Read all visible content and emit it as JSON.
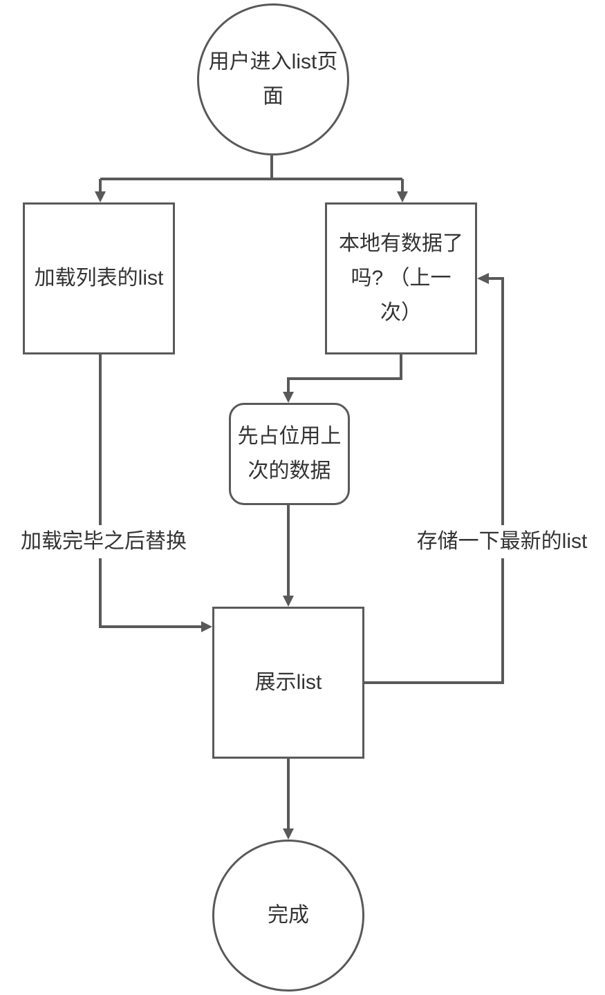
{
  "diagram": {
    "type": "flowchart",
    "stroke_color": "#595959",
    "text_color": "#333333",
    "background_color": "#ffffff",
    "nodes": {
      "start": {
        "shape": "circle",
        "label": "用户进入list页\n面"
      },
      "load_list": {
        "shape": "rectangle",
        "label": "加载列表的list"
      },
      "local_data": {
        "shape": "rectangle",
        "label": "本地有数据了\n吗? （上一\n次）"
      },
      "placeholder": {
        "shape": "rounded-rectangle",
        "label": "先占位用上\n次的数据"
      },
      "show_list": {
        "shape": "rectangle",
        "label": "展示list"
      },
      "done": {
        "shape": "circle",
        "label": "完成"
      }
    },
    "edge_labels": {
      "replace_after_load": "加载完毕之后替换",
      "store_latest_list": "存储一下最新的list"
    },
    "edges": [
      {
        "from": "start",
        "to": "load_list"
      },
      {
        "from": "start",
        "to": "local_data"
      },
      {
        "from": "local_data",
        "to": "placeholder"
      },
      {
        "from": "placeholder",
        "to": "show_list"
      },
      {
        "from": "load_list",
        "to": "show_list",
        "label_key": "replace_after_load"
      },
      {
        "from": "show_list",
        "to": "local_data",
        "label_key": "store_latest_list"
      },
      {
        "from": "show_list",
        "to": "done"
      }
    ]
  }
}
